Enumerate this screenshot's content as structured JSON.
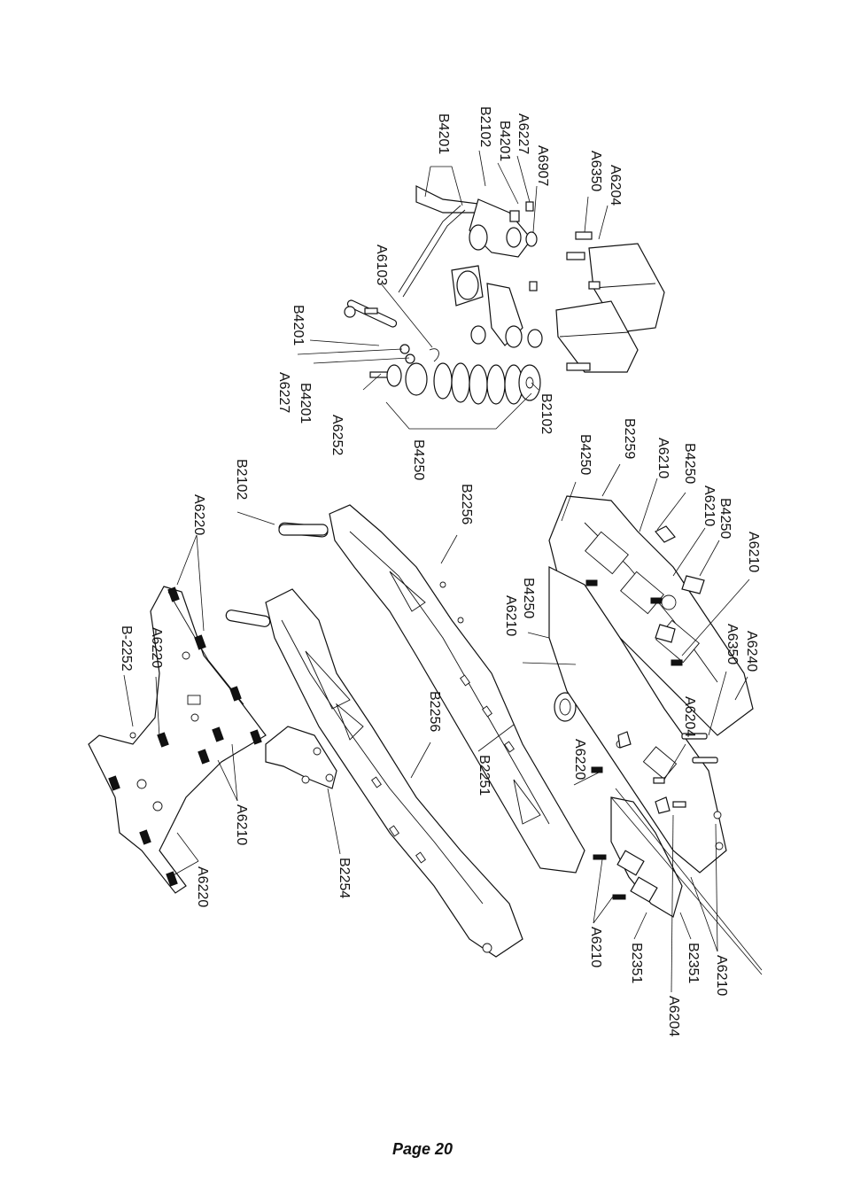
{
  "page": {
    "number_label": "Page 20"
  },
  "callouts": [
    "B4201",
    "B2102",
    "B4201",
    "A6227",
    "A6907",
    "A6350",
    "A6204",
    "A6103",
    "B4201",
    "A6227",
    "B4201",
    "A6252",
    "B4250",
    "B2102",
    "B2102",
    "A6220",
    "B2256",
    "B4250",
    "B2259",
    "A6210",
    "B4250",
    "A6210",
    "B4250",
    "A6210",
    "B4250",
    "A6210",
    "A6240",
    "A6350",
    "A6204",
    "B-2252",
    "A6220",
    "B2256",
    "B2251",
    "A6220",
    "A6210",
    "B2254",
    "A6220",
    "A6210",
    "B2351",
    "A6204",
    "B2351",
    "A6210"
  ]
}
